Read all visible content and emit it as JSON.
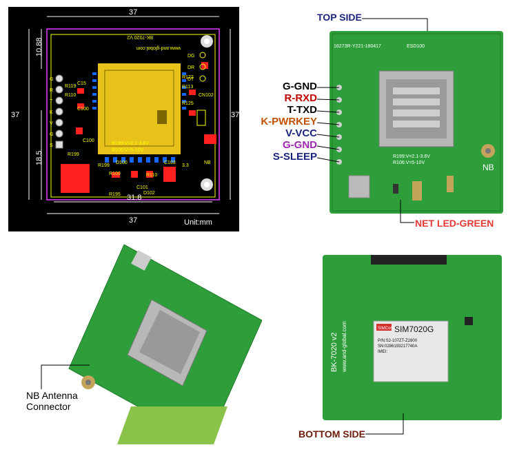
{
  "layout_drawing": {
    "dim_top": "37",
    "dim_left": "37",
    "dim_right": "37",
    "dim_bottom": "37",
    "dim_inner_bottom": "31.8",
    "dim_left_upper": "10.88",
    "dim_left_lower": "18.5",
    "unit_label": "Unit:mm",
    "silkscreen_title": "BK-7020 V2",
    "silkscreen_url": "www.and-global.com",
    "silkscreen_voltage_1": "R199:V=2.1-3.6V",
    "silkscreen_voltage_2": "R106:V=5-10V",
    "silkscreen_nb": "NB",
    "silkscreen_33": "3.3",
    "pin_letters": [
      "G",
      "R",
      "T",
      "K",
      "V",
      "G",
      "S"
    ],
    "led_labels": [
      "DG",
      "DR",
      "DT"
    ],
    "components": [
      "R119",
      "C15",
      "R110",
      "C100",
      "R199",
      "D100",
      "R100",
      "R195",
      "D102",
      "R110",
      "C103",
      "R113",
      "R125",
      "CN102",
      "C101",
      "C100",
      "R122",
      "R199"
    ]
  },
  "top_side": {
    "title": "TOP SIDE",
    "board_code": "16273R-Y221-180417",
    "esd_label": "ESD100",
    "nb_label": "NB",
    "voltage_text_1": "R199:V=2.1-3.6V",
    "voltage_text_2": "R106:V=5-10V",
    "pins": [
      {
        "label": "G-GND",
        "color": "#000000"
      },
      {
        "label": "R-RXD",
        "color": "#c00000"
      },
      {
        "label": "T-TXD",
        "color": "#000000"
      },
      {
        "label": "K-PWRKEY",
        "color": "#c05000"
      },
      {
        "label": "V-VCC",
        "color": "#1a237e"
      },
      {
        "label": "G-GND",
        "color": "#9c27b0"
      },
      {
        "label": "S-SLEEP",
        "color": "#1a237e"
      }
    ],
    "net_led_label": "NET LED-GREEN"
  },
  "angled_view": {
    "antenna_label_line1": "NB Antenna",
    "antenna_label_line2": "Connector"
  },
  "bottom_side": {
    "title": "BOTTOM SIDE",
    "board_text": "BK-7020 v2",
    "url_text": "www.and-global.com",
    "module_name": "SIM7020G",
    "module_pn": "P/N:S2-107ZT-Z2800",
    "module_sn": "SN:0286193217740A",
    "module_imei": "IMEI:",
    "brand": "SIMCom"
  },
  "colors": {
    "pcb_green": "#2e9e3a",
    "gold": "#e8c21a",
    "title_blue": "#1a237e",
    "net_led_red": "#e53935",
    "layout_yellow": "#ffff00"
  }
}
